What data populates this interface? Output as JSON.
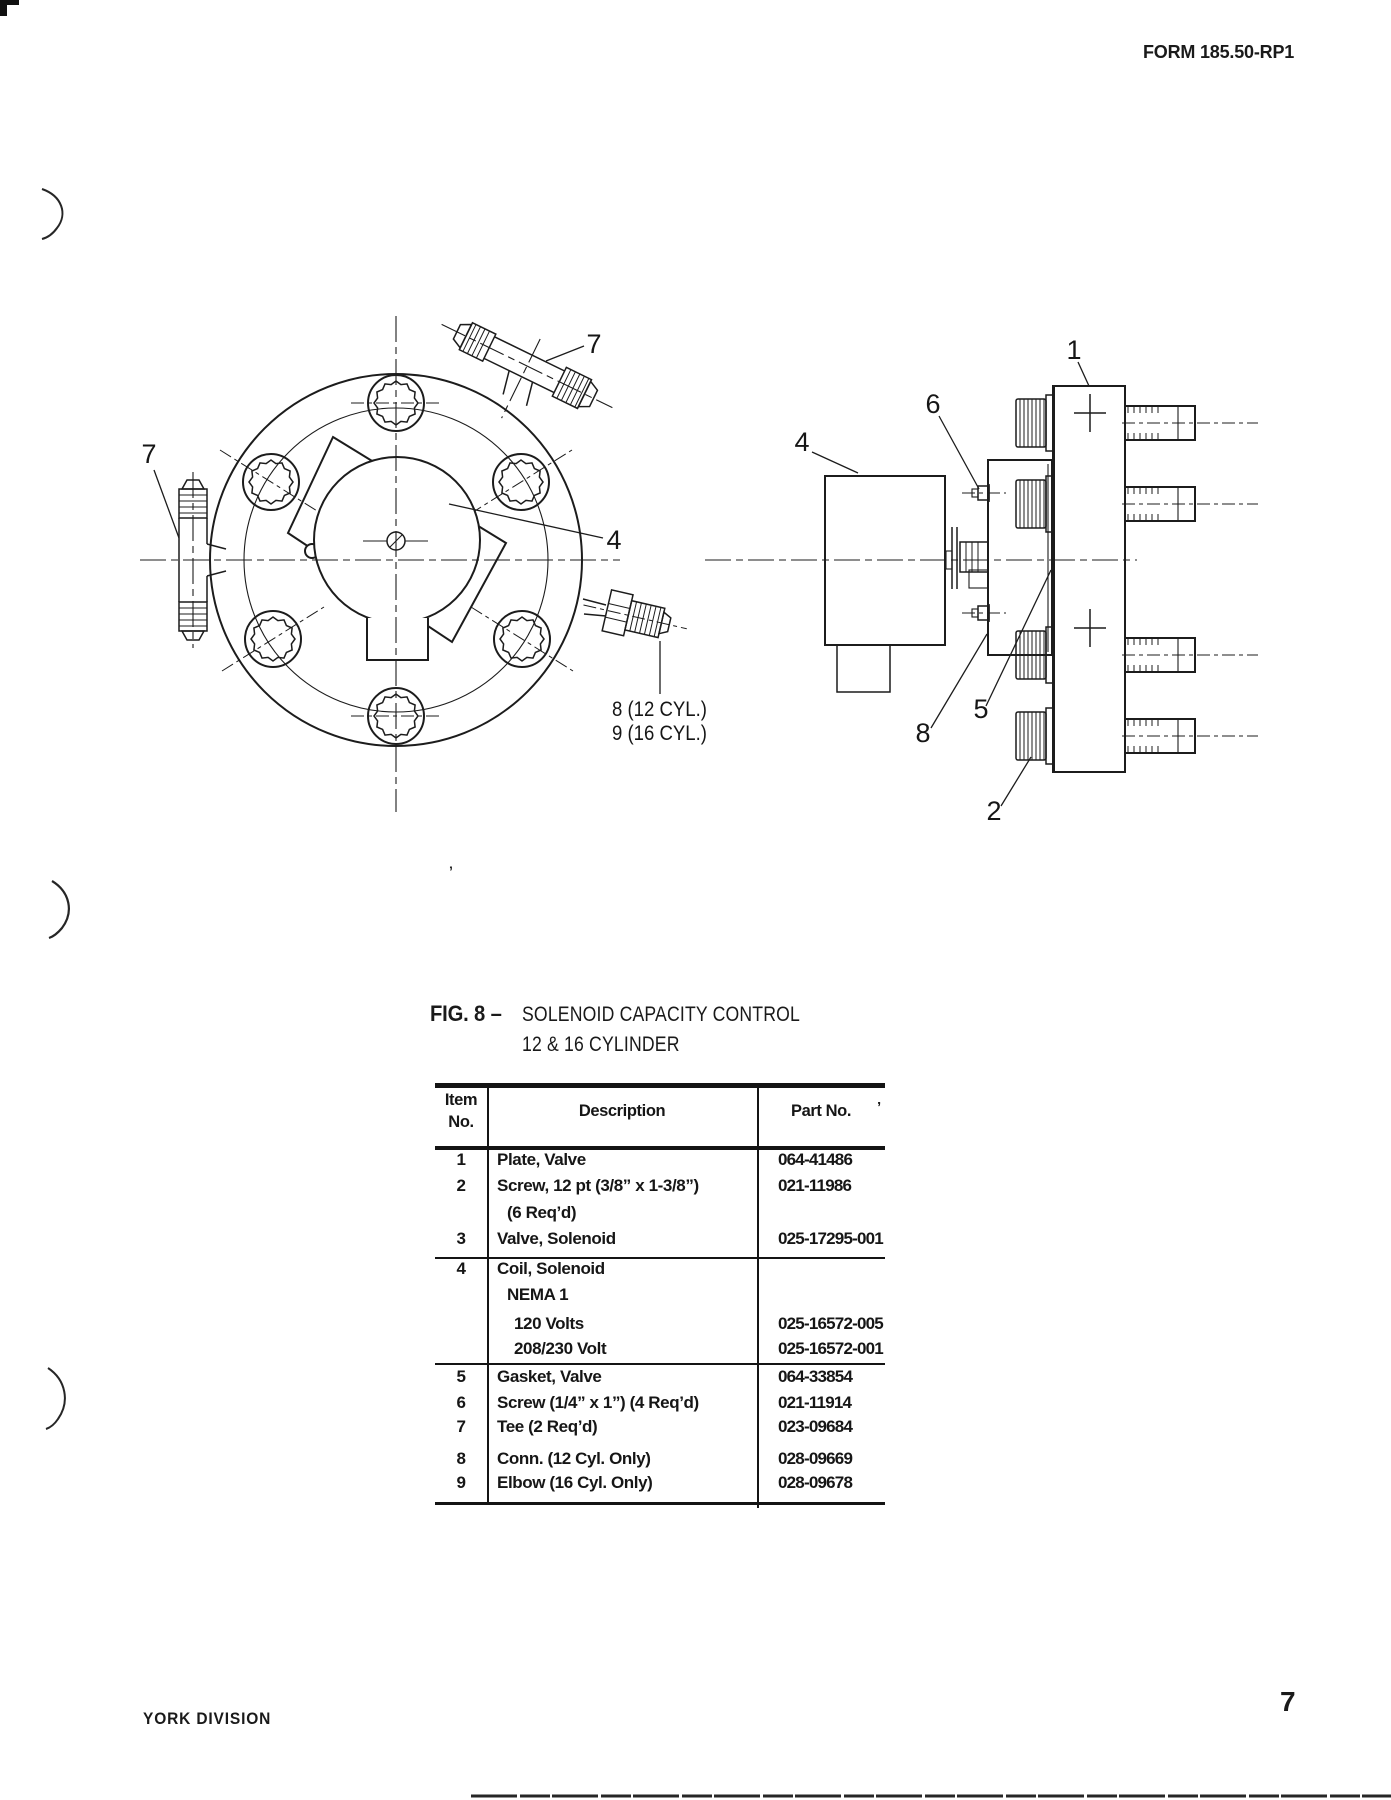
{
  "page": {
    "form_number": "FORM 185.50-RP1",
    "footer_left": "YORK DIVISION",
    "page_number": "7"
  },
  "figure": {
    "label": "FIG. 8 –",
    "title_line1": "SOLENOID CAPACITY CONTROL",
    "title_line2": "12 & 16 CYLINDER",
    "callouts": {
      "front_tee_top": "7",
      "front_tee_left": "7",
      "front_valve": "4",
      "front_conn_12cyl": "8 (12 CYL.)",
      "front_conn_16cyl": "9 (16 CYL.)",
      "side_plate": "1",
      "side_screw": "2",
      "side_coil": "4",
      "side_gasket": "5",
      "side_screw_small": "6",
      "side_conn": "8"
    }
  },
  "table": {
    "headers": {
      "item_line1": "Item",
      "item_line2": "No.",
      "description": "Description",
      "part_no": "Part No."
    },
    "stray_mark": "’",
    "rows": [
      {
        "item": "1",
        "description": "Plate, Valve",
        "part": "064-41486"
      },
      {
        "item": "2",
        "description": "Screw, 12 pt (3/8” x 1-3/8”)",
        "part": "021-11986"
      },
      {
        "item": "",
        "description": "(6 Req’d)",
        "part": ""
      },
      {
        "item": "3",
        "description": "Valve, Solenoid",
        "part": "025-17295-001"
      },
      {
        "item": "4",
        "description": "Coil, Solenoid",
        "part": ""
      },
      {
        "item": "",
        "description": "NEMA 1",
        "part": ""
      },
      {
        "item": "",
        "description": "120 Volts",
        "part": "025-16572-005"
      },
      {
        "item": "",
        "description": "208/230 Volt",
        "part": "025-16572-001"
      },
      {
        "item": "5",
        "description": "Gasket, Valve",
        "part": "064-33854"
      },
      {
        "item": "6",
        "description": "Screw (1/4” x 1”) (4 Req’d)",
        "part": "021-11914"
      },
      {
        "item": "7",
        "description": "Tee (2 Req’d)",
        "part": "023-09684"
      },
      {
        "item": "8",
        "description": "Conn. (12 Cyl. Only)",
        "part": "028-09669"
      },
      {
        "item": "9",
        "description": "Elbow (16 Cyl. Only)",
        "part": "028-09678"
      }
    ]
  },
  "artifacts": {
    "ink_mark": "’"
  }
}
